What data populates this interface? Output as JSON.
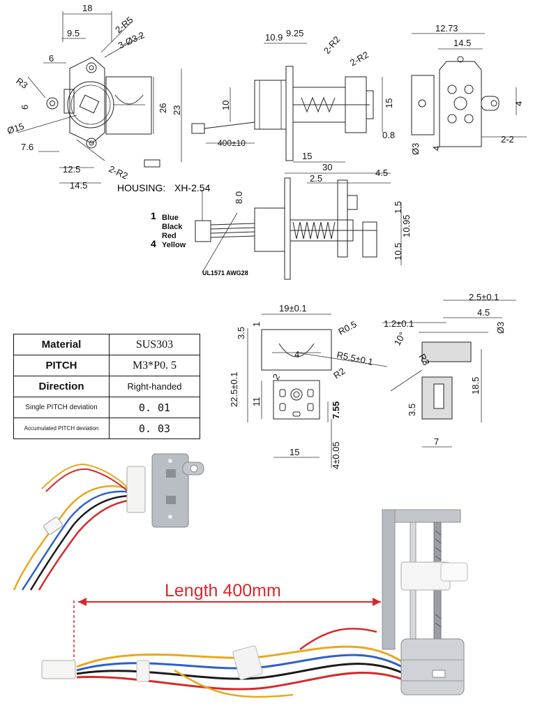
{
  "front_view": {
    "dims": [
      "18",
      "9.5",
      "6",
      "2-R5",
      "3-Ø3.2",
      "R3",
      "6",
      "Ø15",
      "26",
      "7.6",
      "12.5",
      "14.5",
      "2-R2"
    ],
    "housing_label": "HOUSING:",
    "housing_value": "XH-2.54"
  },
  "side_view": {
    "dims": [
      "10.9",
      "9.25",
      "2-R2",
      "2-R2",
      "23",
      "10",
      "15",
      "400±10",
      "15",
      "0.8"
    ]
  },
  "end_view": {
    "dims": [
      "12.73",
      "14.5",
      "Ø3",
      "4",
      "4",
      "2-2"
    ]
  },
  "lower_side_view": {
    "dims": [
      "30",
      "2.5",
      "4.5",
      "8.0",
      "1.5",
      "10.95",
      "10.5"
    ],
    "wire_numbers": [
      "1",
      "4"
    ],
    "wire_colors": [
      "Blue",
      "Black",
      "Red",
      "Yellow"
    ],
    "cable_label": "UL1571 AWG28"
  },
  "nut_view": {
    "dims": [
      "19±0.1",
      "3.5",
      "1",
      "R0.5",
      "4",
      "R5.5±0.1",
      "2",
      "R2",
      "22.5±0.1",
      "11",
      "7.55",
      "15",
      "4±0.05"
    ]
  },
  "nut_section": {
    "dims": [
      "2.5±0.1",
      "4.5",
      "1.2±0.1",
      "Ø3",
      "10°",
      "R3",
      "18.5",
      "3.5",
      "7"
    ]
  },
  "spec_table": {
    "rows": [
      {
        "key": "Material",
        "value": "SUS303"
      },
      {
        "key": "PITCH",
        "value": "M3*P0. 5"
      },
      {
        "key": "Direction",
        "value": "Right-handed"
      },
      {
        "key": "Single PITCH deviation",
        "value": "0. 01"
      },
      {
        "key": "Accumulated PITCH deviation",
        "value": "0. 03"
      }
    ]
  },
  "length_label": "Length 400mm",
  "colors": {
    "accent_red": "#d8282a",
    "wire_blue": "#2f5fc8",
    "wire_black": "#1a1a1a",
    "wire_red": "#d62a2a",
    "wire_yellow": "#e8a81c",
    "metal": "#b9bec4"
  }
}
